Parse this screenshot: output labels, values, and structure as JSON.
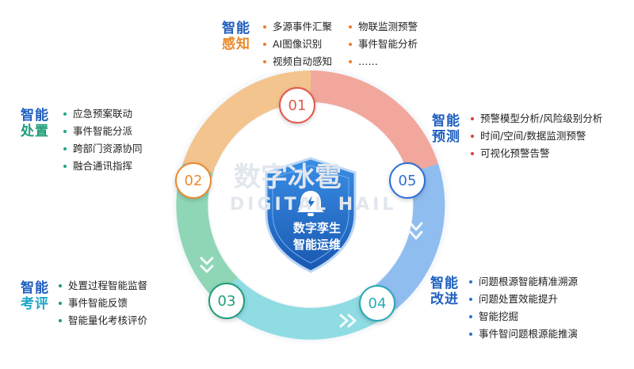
{
  "colors": {
    "title_blue": "#1f5fbf",
    "title_orange": "#ea8a2b",
    "title_green": "#1f9d7a",
    "title_cyan": "#19a6c8",
    "node_red": "#e2574c",
    "node_orange": "#ec8a2f",
    "node_green": "#1f9d7a",
    "node_teal": "#2aa8b8",
    "node_blue": "#2f6fd6",
    "shield": "#1d6fc8"
  },
  "watermark": {
    "cn": "数字冰雹",
    "en": "DIGITAL HAIL"
  },
  "center": {
    "icon": "bell-alert-icon",
    "line1": "数字孪生",
    "line2": "智能运维"
  },
  "sections": {
    "perception": {
      "node": "01",
      "title1": "智能",
      "title2": "感知",
      "items_left": [
        "多源事件汇聚",
        "AI图像识别",
        "视频自动感知"
      ],
      "items_right": [
        "物联监测预警",
        "事件智能分析",
        "……"
      ]
    },
    "disposal": {
      "node": "02",
      "title1": "智能",
      "title2": "处置",
      "items": [
        "应急预案联动",
        "事件智能分派",
        "跨部门资源协同",
        "融合通讯指挥"
      ]
    },
    "evaluation": {
      "node": "03",
      "title1": "智能",
      "title2": "考评",
      "items": [
        "处置过程智能监督",
        "事件智能反馈",
        "智能量化考核评价"
      ]
    },
    "improvement": {
      "node": "04",
      "title1": "智能",
      "title2": "改进",
      "items": [
        "问题根源智能精准溯源",
        "问题处置效能提升",
        "智能挖掘",
        "事件智问题根源能推演"
      ]
    },
    "prediction": {
      "node": "05",
      "title1": "智能",
      "title2": "预测",
      "items": [
        "预警模型分析/风险级别分析",
        "时间/空间/数据监测预警",
        "可视化预警告警"
      ]
    }
  }
}
